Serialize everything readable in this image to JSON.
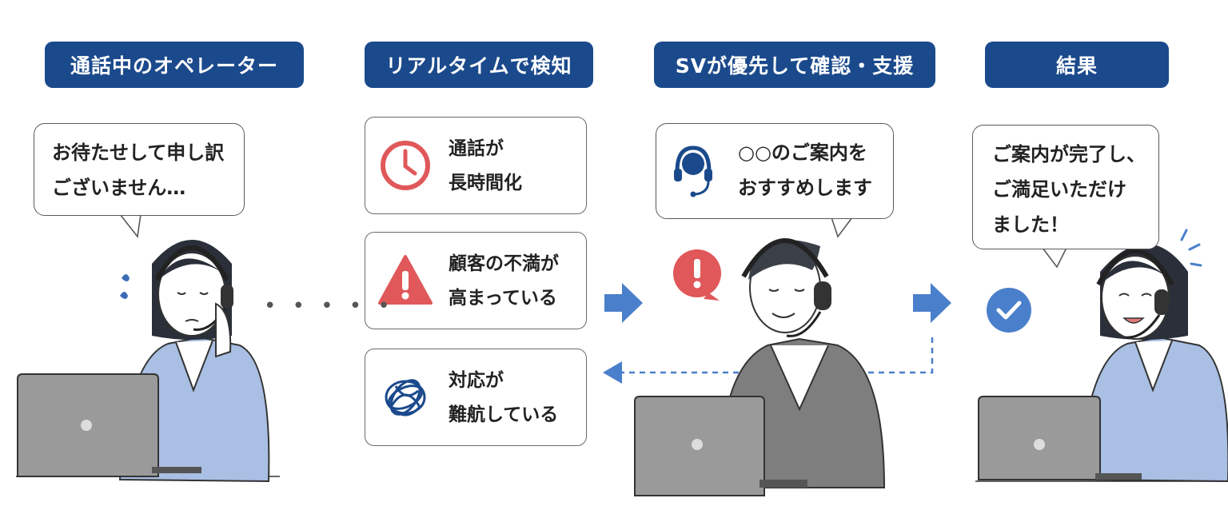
{
  "steps": [
    {
      "header": "通話中のオペレーター"
    },
    {
      "header": "リアルタイムで検知"
    },
    {
      "header": "SVが優先して確認・支援"
    },
    {
      "header": "結果"
    }
  ],
  "operator_bubble": {
    "line1": "お待たせして申し訳",
    "line2": "ございません…"
  },
  "detections": [
    {
      "icon": "clock-icon",
      "line1": "通話が",
      "line2": "長時間化"
    },
    {
      "icon": "warning-icon",
      "line1": "顧客の不満が",
      "line2": "高まっている"
    },
    {
      "icon": "tangled-thread-icon",
      "line1": "対応が",
      "line2": "難航している"
    }
  ],
  "sv_bubble": {
    "line1": "○○のご案内を",
    "line2": "おすすめします"
  },
  "result_bubble": {
    "line1": "ご案内が完了し、",
    "line2": "ご満足いただけ",
    "line3": "ました！"
  },
  "ellipsis": "• • • • •",
  "colors": {
    "header_bg": "#1b4a8c",
    "arrow": "#4a7fcb",
    "alert": "#e0585a",
    "check": "#4a7fcb",
    "jacket": "#a9bfe3"
  }
}
